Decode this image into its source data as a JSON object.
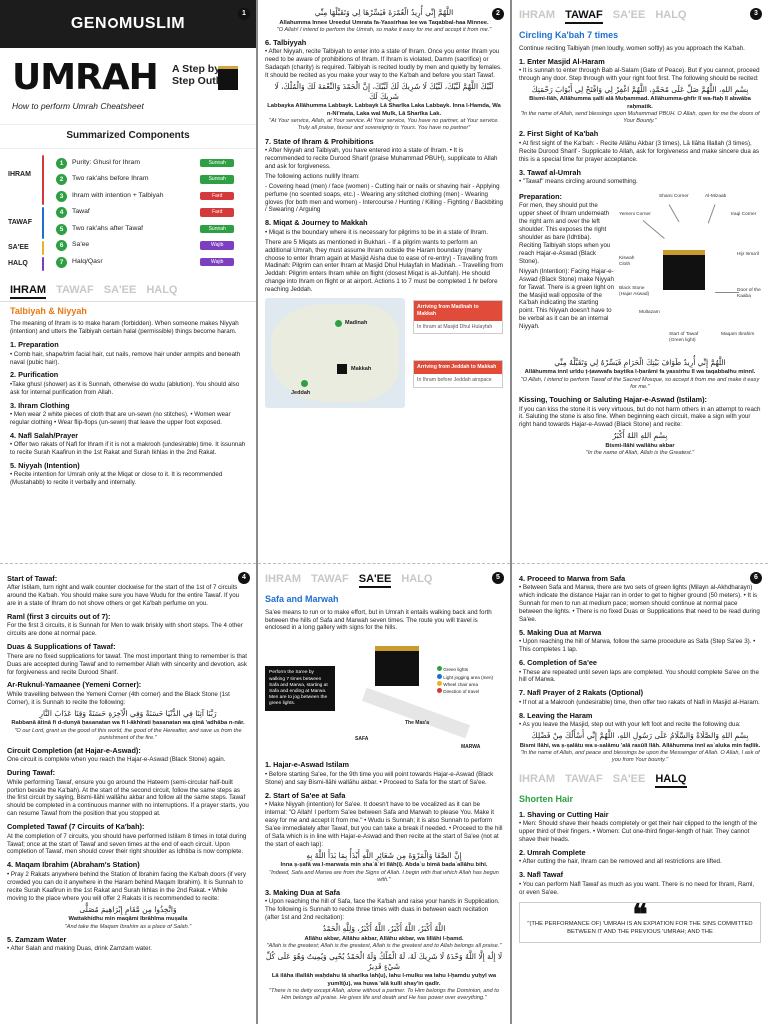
{
  "brand": "GEN MUSLIM",
  "brand_parts": [
    "GEN",
    "MUSLIM"
  ],
  "title": "UMRAH",
  "step": "A Step by Step Outline",
  "subtitle": "How to perform Umrah Cheatsheet",
  "summary": {
    "title": "Summarized Components",
    "groups": [
      "IHRAM",
      "TAWAF",
      "SA'EE",
      "HALQ"
    ],
    "items": [
      {
        "num": "1",
        "text": "Purity: Ghusl for Ihram",
        "tag": "Sunnah"
      },
      {
        "num": "2",
        "text": "Two rak'ahs before Ihram",
        "tag": "Sunnah"
      },
      {
        "num": "3",
        "text": "Ihram with intention + Talbiyah",
        "tag": "Fard"
      },
      {
        "num": "4",
        "text": "Tawaf",
        "tag": "Fard"
      },
      {
        "num": "5",
        "text": "Two rak'ahs after Tawaf",
        "tag": "Sunnah"
      },
      {
        "num": "6",
        "text": "Sa'ee",
        "tag": "Wajib"
      },
      {
        "num": "7",
        "text": "Halq/Qasr",
        "tag": "Wajib"
      }
    ],
    "colors": {
      "sunnah": "#2ea043",
      "fard": "#d43a3a",
      "wajib": "#7b3fbf"
    }
  },
  "tabs": [
    "IHRAM",
    "TAWAF",
    "SA'EE",
    "HALQ"
  ],
  "panel1": {
    "section": "Talbiyah & Niyyah",
    "intro": "The meaning of Ihram is to make haram (forbidden). When someone makes Niyyah (intention) and utters the Talbiyah certain halal (permissible) things become haram.",
    "s1_h": "1. Preparation",
    "s1_p": "• Comb hair, shape/trim facial hair, cut nails, remove hair under armpits and beneath naval (pubic hair).",
    "s2_h": "2. Purification",
    "s2_p": "•Take ghusl (shower) as it is Sunnah, otherwise do wudu (ablution). You should also ask for internal purification from Allah.",
    "s3_h": "3. Ihram Clothing",
    "s3_p": "• Men wear 2 white pieces of cloth that are un-sewn (no stitches). • Women wear regular clothing • Wear flip-flops (un-sewn) that leave the upper foot exposed.",
    "s4_h": "4. Nafl Salah/Prayer",
    "s4_p": "• Offer two rakats of Nafl for Ihram if it is not a makrooh (undesirable) time. It issunnah to recite Surah Kaafirun in the 1st Rakat and Surah Ikhlas in the 2nd Rakat.",
    "s5_h": "5. Niyyah (Intention)",
    "s5_p": "• Recite intention for Umrah only at the Miqat or close to it. It is recommended (Mustahabb) to recite it verbally and internally."
  },
  "panel2": {
    "arabic1": "اللَّهُمَّ إِنِّي أُرِيدُ الْعُمْرَةَ فَيَسِّرْهَا لِي وَتَقَبَّلْهَا مِنِّي",
    "translit1": "Allahumma Innee Ureedul Umrata fa-Yassirhaa lee wa Taqabbal-haa Minnee.",
    "trans1": "\"O Allah! I intend to perform the Umrah, so make it easy for me and accept it from me.\"",
    "s6_h": "6. Talbiyyah",
    "s6_p": "• After Niyyah, recite Talbiyah to enter into a state of Ihram. Once you enter Ihram you need to be aware of prohibitions of Ihram. If Ihram is violated, Damm (sacrifice) or Sadaqah (charity) is required. Talbiyah is recited loudly by men and quietly by females. It should be recited as you make your way to the Ka'bah and before you start Tawaf.",
    "arabic2": "لَبَّيْكَ اللَّهُمَّ لَبَّيْكَ، لَبَّيْكَ لَا شَرِيكَ لَكَ لَبَّيْكَ، إِنَّ الْحَمْدَ وَالنِّعْمَةَ لَكَ وَالْمُلْكَ، لَا شَرِيكَ لَكَ",
    "translit2": "Labbayka Allāhumma Labbayk. Labbayk Lā Sharīka Laka Labbayk. Inna l-Hamda, Wa n-Ni'mata, Laka wal Mulk, Lā Sharīka Lak.",
    "trans2": "\"At Your service, Allah, at Your service. At Your service, You have no partner, at Your service. Truly all praise, favour and sovereignty is Yours. You have no partner\"",
    "s7_h": "7. State of Ihram & Prohibitions",
    "s7_p": "• After Niyyah and Talbiyah, you have entered into a state of Ihram. • It is recommended to recite Durood Sharif (praise Muhammad PBUH), supplicate to Allah and ask for forgiveness.",
    "s7_list_intro": "The following actions nullify Ihram:",
    "s7_list": "- Covering head (men) / face (women) - Cutting hair or nails or shaving hair - Applying perfume (no scented soaps, etc.) - Wearing any stitched clothing (men) - Wearing gloves (for both men and women) - Intercourse / Hunting / Killing - Fighting / Backbiting / Swearing / Arguing",
    "s8_h": "8. Miqat & Journey to Makkah",
    "s8_p": "• Miqat is the boundary where it is necessary for pilgrims to be in a state of Ihram.",
    "s8_p2": "There are 5 Miqats as mentioned in Bukhari. - If a pilgrim wants to perform an additional Umrah, they must assume Ihram outside the Haram boundary (many choose to enter Ihram again at Masjid Aisha due to ease of re-entry) - Travelling from Madinah: Pilgrim can enter Ihram at Masjid Dhul Hulayfah in Madinah. - Travelling from Jeddah: Pilgrim enters Ihram while on flight (closest Miqat is al-Juhfah). He should change into Ihram on flight or at airport. Actions 1 to 7 must be completed 1 hr before reaching Jeddah.",
    "map": {
      "labels": [
        "Madinah",
        "Makkah",
        "Jeddah"
      ],
      "card1_h": "Arriving from Madinah to Makkah",
      "card1_b": "In Ihram at Masjid Dhul Hulayfah",
      "card2_h": "Arriving from Jeddah to Makkah",
      "card2_b": "In Ihram before Jeddah airspace"
    }
  },
  "panel3": {
    "section": "Circling Ka'bah 7 times",
    "intro": "Continue reciting Talbiyah (men loudly, women softly) as you approach the Ka'bah.",
    "s1_h": "1. Enter Masjid Al-Haram",
    "s1_p": "• It is sunnah to enter through Bab al-Salam (Gate of Peace). But if you cannot, proceed through any door. Step through with your right foot first. The following should be recited:",
    "arabic1": "بِسْمِ اللهِ، اللَّهُمَّ صَلِّ عَلَى مُحَمَّدٍ، اللَّهُمَّ اغْفِرْ لِي وَافْتَحْ لِي أَبْوَابَ رَحْمَتِكَ",
    "translit1": "Bismi-llāh, Allāhumma ṣalli alā Muḥammad. Allāhumma-ghfir lī wa-ftaḥ lī abwāba raḥmatik.",
    "trans1": "\"In the name of Allah, send blessings upon Muhammad PBUH. O Allah, open for me the doors of Your Bounty.\"",
    "s2_h": "2. First Sight of Ka'bah",
    "s2_p": "• At first sight of the Ka'bah: - Recite Allāhu Akbar (3 times), Lā Ilāha Illallah (3 times), Recite Durood Sharif - Supplicate to Allah, ask for forgiveness and make sincere dua as this is a special time for prayer acceptance.",
    "s3_h": "3. Tawaf al-Umrah",
    "s3_p": "• \"Tawaf\" means circling around something.",
    "prep_h": "Preparation:",
    "prep_p": "For men, they should put the upper sheet of Ihram underneath the right arm and over the left shoulder. This exposes the right shoulder as bare (Idhtiba). Reciting Talbiyah stops when you reach Hajar-e-Aswad (Black Stone).",
    "niyyah_p": "Niyyah (Intention): Facing Hajar-e-Aswad (Black Stone) make Niyyah for Tawaf. There is a green light on the Masjid wall opposite of the Ka'bah indicating the starting point. This Niyyah doesn't have to be verbal as it can be an internal Niyyah.",
    "fig_labels": [
      "Shami Corner",
      "Al-Mizaab",
      "Yemeni Corner",
      "Iraqi Corner",
      "Kiswah Cloth",
      "Hijr Isma'il",
      "Black Stone (Hajar Aswad)",
      "Multazam",
      "Door of the Kaaba",
      "Start of Tawaf (Green light)",
      "Maqam Ibrahim"
    ],
    "arabic2": "اللَّهُمَّ إِنِّي أُرِيدُ طَوَافَ بَيْتِكَ الْحَرَامِ فَيَسِّرْهُ لِي وَتَقَبَّلْهُ مِنِّي",
    "translit2": "Allāhumma innī urīdu ṭ-ṭawwafa baytika l-ḥarāmi fa yassirhu lī wa taqabbalhu minnī.",
    "trans2": "\"O Allah, I intend to perform Tawaf of the Sacred Mosque, so accept it from me and make it easy for me.\"",
    "kiss_h": "Kissing, Touching or Saluting Hajar-e-Aswad (Istilam):",
    "kiss_p": "If you can kiss the stone it is very virtuous, but do not harm others in an attempt to reach it. Saluting the stone is also fine. When beginning each circuit, make a sign with your right hand towards Hajar-e-Aswad (Black Stone) and recite:",
    "arabic3": "بِسْمِ اللهِ اللهُ أَكْبَرُ",
    "translit3": "Bismi-llāhi wallāhu akbar",
    "trans3": "\"In the name of Allah, Allah is the Greatest.\""
  },
  "panel4": {
    "start_h": "Start of Tawaf:",
    "start_p": "After Istilam, turn right and walk counter clockwise for the start of the 1st of 7 circuits around the Ka'bah. You should make sure you have Wudu for the entire Tawaf. If you are in a state of Ihram do not shove others or get Ka'bah perfume on you.",
    "raml_h": "Raml (first 3 circuits out of 7):",
    "raml_p": "For the first 3 circuits, it is Sunnah for Men to walk briskly with short steps. The 4 other circuits are done at normal pace.",
    "duas_h": "Duas & Supplications of Tawaf:",
    "duas_p": "There are no fixed supplications for tawaf. The most important thing to remember is that Duas are accepted during Tawaf and to remember Allah with sincerity and devotion, ask for forgiveness and recite Durood Sharif.",
    "rukn_h": "Ar-Ruknul-Yamaanee (Yemeni Corner):",
    "rukn_p": "While travelling between the Yemeni Corner (4th corner) and the Black Stone (1st Corner), it is Sunnah to recite the following:",
    "arabic1": "رَبَّنَا آتِنَا فِي الدُّنْيَا حَسَنَةً وَفِي الْآخِرَةِ حَسَنَةً وَقِنَا عَذَابَ النَّارِ",
    "translit1": "Rabbanā ātinā fi d-dunyā ḥasanatan wa fi l-ākhirati ḥasanatan wa qinā 'adhāba n-nār.",
    "trans1": "\"O our Lord, grant us the good of this world, the good of the Hereafter, and save us from the punishment of the fire.\"",
    "circ_h": "Circuit Completion (at Hajar-e-Aswad):",
    "circ_p": "One circuit is complete when you reach the Hajar-e-Aswad (Black Stone) again.",
    "during_h": "During Tawaf:",
    "during_p": "While performing Tawaf, ensure you go around the Hateem (semi-circular half-built portion beside the Ka'bah). At the start of the second circuit, follow the same steps as the first circuit by saying, Bismi-llāhi wallāhu akbar and follow all the same steps. Tawaf should be completed in a continuous manner with no interruptions. If a prayer starts, you can resume Tawaf from the position that you stopped at.",
    "comp_h": "Completed Tawaf (7 Circuits of Ka'bah):",
    "comp_p": "At the completion of 7 circuits, you should have performed Istilam 8 times in total during Tawaf; once at the start of Tawaf and seven times at the end of each circuit. Upon completion of Tawaf, men should cover their right shoulder as Idhtiba is now complete.",
    "s4_h": "4. Maqam Ibrahim (Abraham's Station)",
    "s4_p": "• Pray 2 Rakats anywhere behind the Station of Ibrahim facing the Ka'bah doors (if very crowded you can do it anywhere in the Haram behind Maqam Ibrahim). It is Sunnah to recite Surah Kaafirun in the 1st Rakat and Surah Ikhlas in the 2nd Rakat. • While moving to the place where you will offer 2 Rakats it is recommended to recite:",
    "arabic2": "وَاتَّخِذُوا مِن مَّقَامِ إِبْرَاهِيمَ مُصَلًّى",
    "translit2": "Wattakhidhu min maqāmi Ibrāhīma muṣalla",
    "trans2": "\"And take the Maqam Ibrahim as a place of Salah.\"",
    "s5_h": "5. Zamzam Water",
    "s5_p": "• After Salah and making Duas, drink Zamzam water."
  },
  "panel5": {
    "section": "Safa and Marwah",
    "intro": "Sa'ee means to run or to make effort, but in Umrah it entails walking back and forth between the hills of Safa and Marwah seven times. The route you will travel is enclosed in a long gallery with signs for the hills.",
    "fig_box": "Perform the Sa'ee by walking 7 times between Safa and Marwa, starting at Safa and ending at Marwa. Men are to jog between the green lights.",
    "fig_legend": [
      "Green lights",
      "Light jogging area (men)",
      "Wheel chair area",
      "Direction of travel"
    ],
    "fig_labels": [
      "SAFA",
      "The Mas'a",
      "MARWA"
    ],
    "s1_h": "1. Hajar-e-Aswad Istilam",
    "s1_p": "• Before starting Sa'ee, for the 9th time you will point towards Hajar-e-Aswad (Black Stone) and say Bismi-llāhi wallāhu akbar. • Proceed to Safa for the start of Sa'ee.",
    "s2_h": "2. Start of Sa'ee at Safa",
    "s2_p": "• Make Niyyah (intention) for Sa'ee. It doesn't have to be vocalized as it can be internal: \"O Allah! I perform Sa'ee between Safa and Marwah to please You. Make it easy for me and accept it from me.\" • Wudu is Sunnah; it is also Sunnah to perform Sa'ee immediately after Tawaf, but you can take a break if needed. • Proceed to the hill of Safa which is in line with Hajar-e-Aswad and then recite at the start of Sa'ee (not at the start of each lap):",
    "arabic1": "إِنَّ الصَّفَا وَالْمَرْوَةَ مِن شَعَائِرِ اللَّهِ أَبْدَأُ بِمَا بَدَأَ اللَّهُ بِهِ",
    "translit1": "Inna ṣ-ṣafā wa l-marwata min shaʿāʾiri llāh(i). Abdaʾu bimā badaʾallāhu bihi.",
    "trans1": "\"Indeed, Safa and Marwa are from the Signs of Allah. I begin with that which Allah has begun with.\"",
    "s3_h": "3. Making Dua at Safa",
    "s3_p": "• Upon reaching the hill of Safa, face the Ka'bah and raise your hands in Supplication. The following is Sunnah to recite three times with duas in between each recitation (after 1st and 2nd recitation):",
    "arabic2": "اللَّهُ أَكْبَرُ، اللَّهُ أَكْبَرُ، اللَّهُ أَكْبَرُ، وَلِلَّهِ الْحَمْدُ",
    "translit2": "Allāhu akbar, Allāhu akbar, Allāhu akbar, wa lillāhi l-ḥamd.",
    "trans2": "\"Allah is the greatest; Allah is the greatest, Allah is the greatest and to Allah belongs all praise.\"",
    "arabic3": "لَا إِلَٰهَ إِلَّا اللَّهُ وَحْدَهُ لَا شَرِيكَ لَهُ، لَهُ الْمُلْكُ وَلَهُ الْحَمْدُ يُحْيِي وَيُمِيتُ وَهُوَ عَلَى كُلِّ شَيْءٍ قَدِيرٌ",
    "translit3": "Lā ilāha illallāh waḥdahu lā sharīka lah(u), lahu l-mulku wa lahu l-ḥamdu yuḥyī wa yumīt(u), wa huwa 'alā kulli shay'in qadīr.",
    "trans3": "\"There is no deity except Allah, alone without a partner. To Him belongs the Dominion, and to Him belongs all praise. He gives life and death and He has power over everything.\""
  },
  "panel6": {
    "s4_h": "4. Proceed to Marwa from Safa",
    "s4_p": "• Between Safa and Marwa, there are two sets of green lights (Milayn al-Akhdharayn) which indicate the distance Hajar ran in order to get to higher ground (50 meters). • It is Sunnah for men to run at medium pace; women should continue at normal pace between the lights. • There is no fixed Duas or Supplications that need to be read during Sa'ee.",
    "s5_h": "5. Making Dua at Marwa",
    "s5_p": "• Upon reaching the hill of Marwa, follow the same procedure as Safa (Step Sa'ee 3). • This completes 1 lap.",
    "s6_h": "6. Completion of Sa'ee",
    "s6_p": "• These are repeated until seven laps are completed. You should complete Sa'ee on the hill of Marwa.",
    "s7_h": "7. Nafl Prayer of 2 Rakats (Optional)",
    "s7_p": "• If not at a Makrooh (undesirable) time, then offer two rakats of Nafl in Masjid al-Haram.",
    "s8_h": "8. Leaving the Haram",
    "s8_p": "• As you leave the Masjid, step out with your left foot and recite the following dua:",
    "arabic1": "بِسْمِ اللهِ وَالصَّلَاةُ وَالسَّلَامُ عَلَى رَسُولِ اللهِ، اللَّهُمَّ إِنِّي أَسْأَلُكَ مِنْ فَضْلِكَ",
    "translit1": "Bismi llāhi, wa ṣ-ṣalātu wa s-salāmu 'alā rasūli llāh. Allāhumma innī asʾaluka min faḍlik.",
    "trans1": "\"In the name of Allah, and peace and blessings be upon the Messenger of Allah. O Allah, I ask of you from Your bounty.\"",
    "section": "Shorten Hair",
    "h1_h": "1. Shaving or Cutting Hair",
    "h1_p": "• Men: Should shave their heads completely or get their hair clipped to the length of the upper third of their fingers. • Women: Cut one-third finger-length of hair. They cannot shave their heads.",
    "h2_h": "2. Umrah Complete",
    "h2_p": "• After cutting the hair, Ihram can be removed and all restrictions are lifted.",
    "h3_h": "3. Nafl Tawaf",
    "h3_p": "• You can perform Nafl Tawaf as much as you want. There is no need for Ihram, Raml, or even Sa'ee.",
    "quote": "\"(THE PERFORMANCE OF) 'UMRAH IS AN EXPIATION FOR THE SINS COMMITTED BETWEEN IT AND THE PREVIOUS 'UMRAH; AND THE"
  },
  "page_numbers": [
    "1",
    "2",
    "3",
    "4",
    "5",
    "6"
  ]
}
